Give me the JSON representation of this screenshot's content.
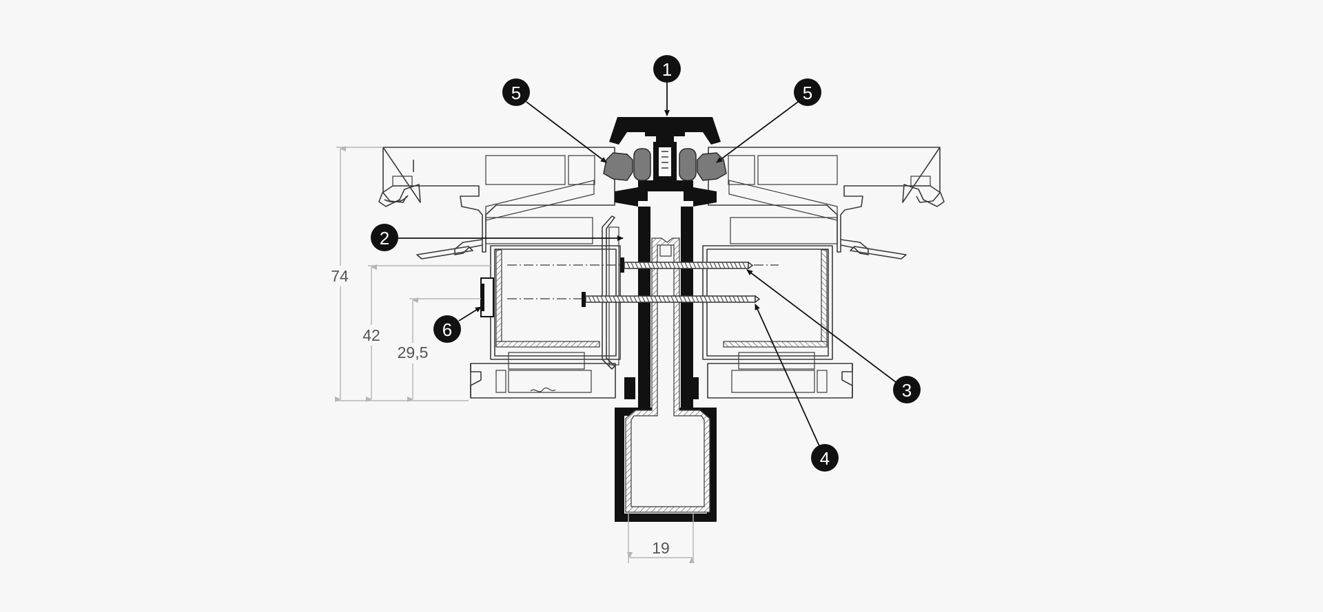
{
  "callouts": [
    {
      "id": "1",
      "label": "1"
    },
    {
      "id": "2",
      "label": "2"
    },
    {
      "id": "3",
      "label": "3"
    },
    {
      "id": "4",
      "label": "4"
    },
    {
      "id": "5a",
      "label": "5"
    },
    {
      "id": "5b",
      "label": "5"
    },
    {
      "id": "6",
      "label": "6"
    }
  ],
  "dimensions": {
    "overall_height": "74",
    "mid_height": "42",
    "screw_height": "29,5",
    "mullion_width": "19"
  },
  "colors": {
    "background": "#f7f7f7",
    "callout_fill": "#111111",
    "profile_black": "#111111",
    "gasket_grey": "#7a7a7a",
    "dimension_grey": "#b5b5b5"
  }
}
